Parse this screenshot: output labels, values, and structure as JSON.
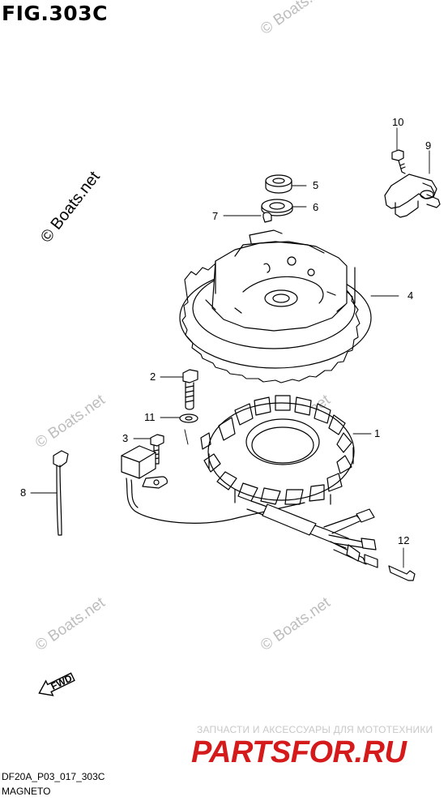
{
  "figure": {
    "title": "FIG.303C",
    "code": "DF20A_P03_017_303C",
    "caption": "MAGNETO"
  },
  "callouts": [
    "10",
    "9",
    "5",
    "6",
    "7",
    "4",
    "2",
    "11",
    "1",
    "3",
    "8",
    "12"
  ],
  "watermarks": {
    "boats": "© Boats.net"
  },
  "direction_marker": "FWD",
  "shop": {
    "line1": "ЗАПЧАСТИ И АКСЕССУАРЫ ДЛЯ МОТОТЕХНИКИ",
    "brand": "PARTSFOR.RU",
    "brand_color": "#d41a1a"
  }
}
